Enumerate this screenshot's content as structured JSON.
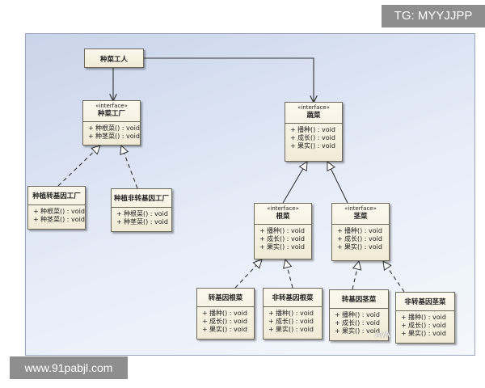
{
  "badges": {
    "top_right": "TG: MYYJJPP",
    "bottom_left": "www.91pabjl.com",
    "watermark": "AVA"
  },
  "diagram": {
    "farmer": {
      "name": "种菜工人"
    },
    "factory": {
      "stereotype": "«interface»",
      "name": "种菜工厂",
      "ops": [
        "种根菜() : void",
        "种茎菜() : void"
      ]
    },
    "gm_factory": {
      "name": "种植转基因工厂",
      "ops": [
        "种根菜() : void",
        "种茎菜() : void"
      ]
    },
    "nongm_factory": {
      "name": "种植非转基因工厂",
      "ops": [
        "种根菜() : void",
        "种茎菜() : void"
      ]
    },
    "vegetable": {
      "stereotype": "«interface»",
      "name": "蔬菜",
      "ops": [
        "播种() : void",
        "成长() : void",
        "果实() : void"
      ]
    },
    "root": {
      "stereotype": "«interface»",
      "name": "根菜",
      "ops": [
        "播种() : void",
        "成长() : void",
        "果实() : void"
      ]
    },
    "stem": {
      "stereotype": "«interface»",
      "name": "茎菜",
      "ops": [
        "播种() : void",
        "成长() : void",
        "果实() : void"
      ]
    },
    "gm_root": {
      "name": "转基因根菜",
      "ops": [
        "播种() : void",
        "成长() : void",
        "果实() : void"
      ]
    },
    "nongm_root": {
      "name": "非转基因根菜",
      "ops": [
        "播种() : void",
        "成长() : void",
        "果实() : void"
      ]
    },
    "gm_stem": {
      "name": "转基因茎菜",
      "ops": [
        "播种() : void",
        "成长() : void",
        "果实() : void"
      ]
    },
    "nongm_stem": {
      "name": "非转基因茎菜",
      "ops": [
        "播种() : void",
        "成长() : void",
        "果实() : void"
      ]
    },
    "plus": "+"
  }
}
